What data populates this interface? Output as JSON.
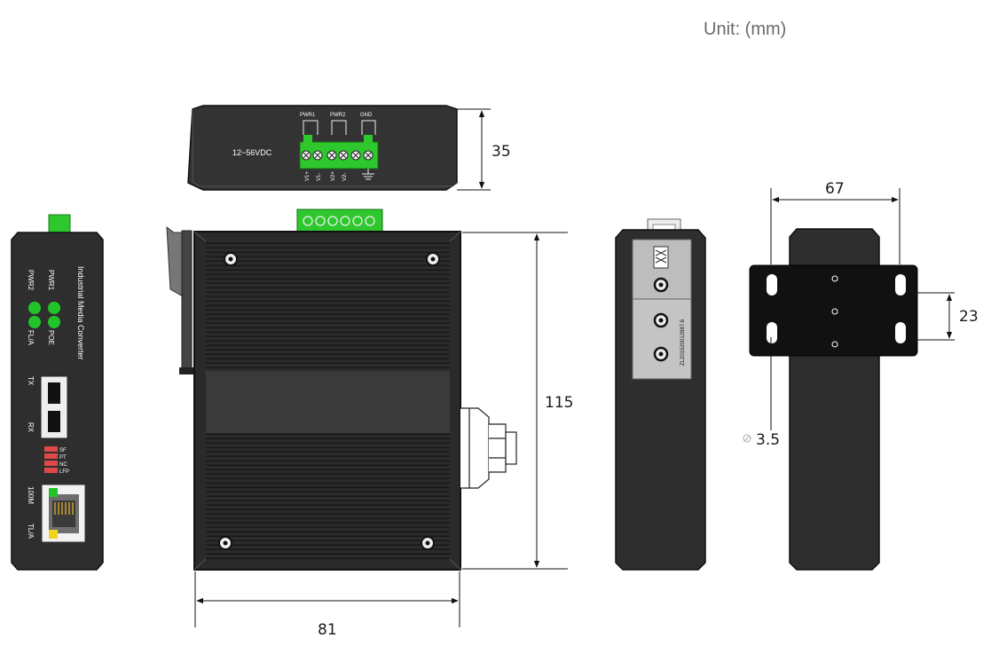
{
  "unit_label": "Unit: (mm)",
  "dimensions": {
    "top_height": "35",
    "front_height": "115",
    "front_width": "81",
    "mount_width": "67",
    "mount_hole_spacing": "23",
    "mount_hole_diameter": "3.5"
  },
  "top_view": {
    "voltage": "12~56VDC",
    "pwr1": "PWR1",
    "pwr2": "PWR2",
    "gnd": "GND",
    "pin1": "V1+",
    "pin2": "V1-",
    "pin3": "V2+",
    "pin4": "V2-"
  },
  "side_panel": {
    "product_name": "Industrial Media Converter",
    "led_pwr1": "PWR1",
    "led_pwr2": "PWR2",
    "led_poe": "POE",
    "led_fla": "FL/A",
    "tx": "TX",
    "rx": "RX",
    "dip_sf": "SF",
    "dip_pt": "PT",
    "dip_nc": "NC",
    "dip_lfp": "LFP",
    "port_100m": "100M",
    "port_tla": "TL/A"
  },
  "rear_view": {
    "patent": "ZL201520012887.6"
  },
  "colors": {
    "body": "#2e2e2e",
    "led": "#22c32a",
    "terminal": "#2ec82e",
    "dip": "#e04848"
  }
}
